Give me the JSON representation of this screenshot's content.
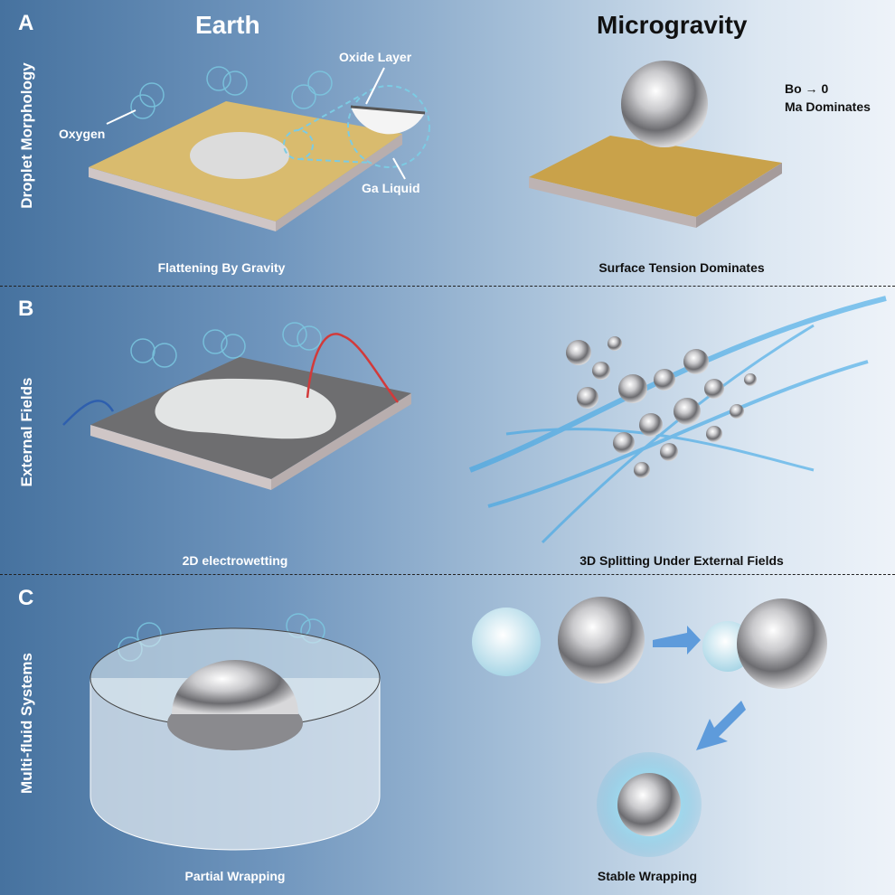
{
  "columns": {
    "left": "Earth",
    "right": "Microgravity"
  },
  "panels": [
    {
      "letter": "A",
      "side_label": "Droplet Morphology",
      "left_caption": "Flattening By Gravity",
      "right_caption": "Surface Tension Dominates",
      "annotations": {
        "oxygen": "Oxygen",
        "oxide": "Oxide Layer",
        "ga": "Ga Liquid",
        "bo": "Bo → 0",
        "ma": "Ma Dominates"
      }
    },
    {
      "letter": "B",
      "side_label": "External Fields",
      "left_caption": "2D electrowetting",
      "right_caption": "3D Splitting Under External Fields"
    },
    {
      "letter": "C",
      "side_label": "Multi-fluid Systems",
      "left_caption": "Partial Wrapping",
      "right_caption": "Stable Wrapping"
    }
  ],
  "colors": {
    "substrate_gold": "#d8b868",
    "substrate_gray": "#6e6e70",
    "bg_left": "#46729f",
    "bg_right": "#eef3f9"
  }
}
